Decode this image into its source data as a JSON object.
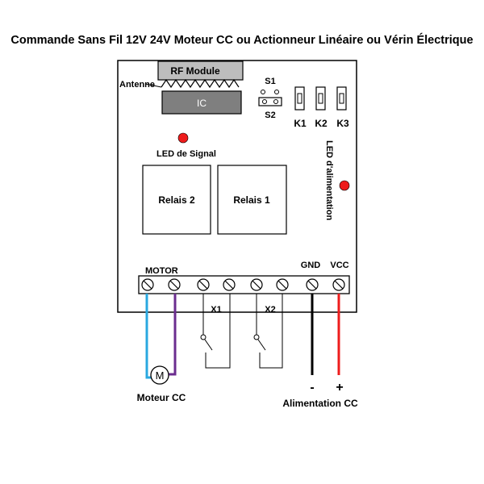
{
  "title": "Commande Sans Fil 12V 24V Moteur CC ou Actionneur Linéaire ou Vérin Électrique",
  "board": {
    "rf_module": "RF Module",
    "antenna": "Antenne",
    "ic": "IC",
    "s1": "S1",
    "s2": "S2",
    "keys": [
      "K1",
      "K2",
      "K3"
    ],
    "signal_led": "LED de Signal",
    "power_led": "LED d'alimentation",
    "relay2": "Relais 2",
    "relay1": "Relais 1",
    "motor_label": "MOTOR",
    "gnd": "GND",
    "vcc": "VCC"
  },
  "wiring": {
    "x1": "X1",
    "x2": "X2",
    "motor_symbol": "M",
    "motor_caption": "Moteur CC",
    "minus": "-",
    "plus": "+",
    "power_caption": "Alimentation CC"
  },
  "colors": {
    "led_red": "#ee1c1c",
    "wire_blue": "#29a8e0",
    "wire_purple": "#6b2d8f",
    "wire_black": "#000000",
    "wire_red": "#ee1c1c",
    "ic_gray": "#7f7f7f",
    "rf_gray": "#bdbdbd"
  }
}
